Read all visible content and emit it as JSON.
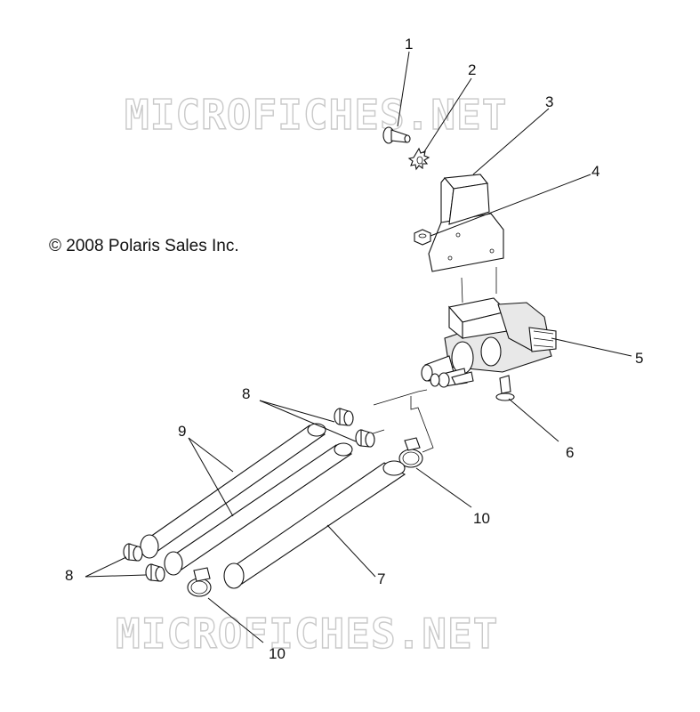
{
  "copyright": "© 2008 Polaris Sales Inc.",
  "watermark": "MICROFICHES.NET",
  "callouts": {
    "c1": "1",
    "c2": "2",
    "c3": "3",
    "c4": "4",
    "c5": "5",
    "c6": "6",
    "c7": "7",
    "c8a": "8",
    "c8b": "8",
    "c9": "9",
    "c10a": "10",
    "c10b": "10"
  }
}
